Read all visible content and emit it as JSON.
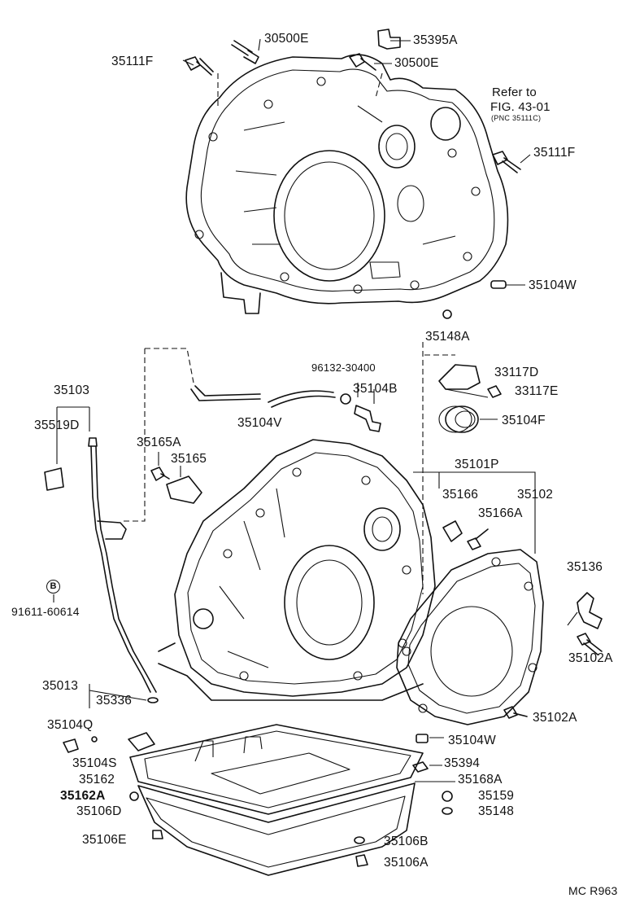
{
  "diagram_code": "MC R963",
  "reference_note": {
    "line1": "Refer to",
    "line2": "FIG. 43-01",
    "line3": "(PNC 35111C)"
  },
  "bolt_symbol_letter": "B",
  "parts": {
    "p30500E_top": "30500E",
    "p35395A": "35395A",
    "p35111F_left": "35111F",
    "p30500E_mid": "30500E",
    "p35111F_right": "35111F",
    "p35104W_top": "35104W",
    "p35148A": "35148A",
    "p96132_30400": "96132-30400",
    "p33117D": "33117D",
    "p35104B": "35104B",
    "p33117E": "33117E",
    "p35103": "35103",
    "p35519D": "35519D",
    "p35104V": "35104V",
    "p35104F": "35104F",
    "p35165A": "35165A",
    "p35165": "35165",
    "p35101P": "35101P",
    "p35166": "35166",
    "p35102": "35102",
    "p35166A": "35166A",
    "p35136": "35136",
    "p91611_60614": "91611-60614",
    "p35102A_right": "35102A",
    "p35013": "35013",
    "p35336": "35336",
    "p35102A_low": "35102A",
    "p35104Q": "35104Q",
    "p35104W_low": "35104W",
    "p35104S": "35104S",
    "p35394": "35394",
    "p35162": "35162",
    "p35168A": "35168A",
    "p35162A": "35162A",
    "p35159": "35159",
    "p35106D": "35106D",
    "p35148": "35148",
    "p35106E": "35106E",
    "p35106B": "35106B",
    "p35106A": "35106A"
  }
}
